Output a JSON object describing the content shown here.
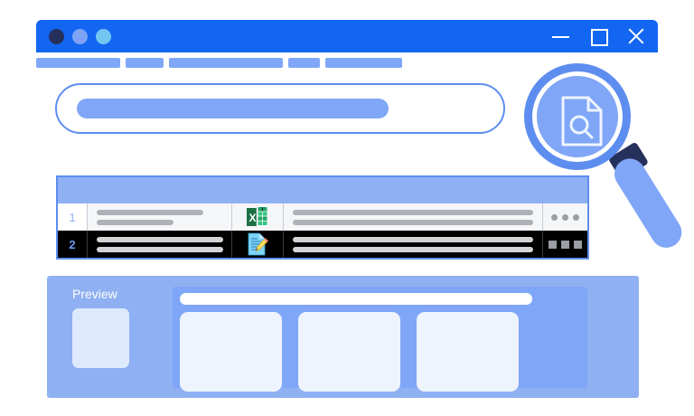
{
  "window": {
    "titlebar": {
      "traffic_lights": [
        {
          "name": "close-dot",
          "color": "#26305c"
        },
        {
          "name": "minimize-dot",
          "color": "#7fa3f4"
        },
        {
          "name": "zoom-dot",
          "color": "#74c6f2"
        }
      ],
      "controls": [
        {
          "name": "minimize-button",
          "icon": "minimize-icon",
          "label": "—"
        },
        {
          "name": "maximize-button",
          "icon": "maximize-icon",
          "label": "☐"
        },
        {
          "name": "close-button",
          "icon": "close-icon",
          "label": "✕"
        }
      ],
      "background": "#1266f1"
    },
    "menubar": {
      "items": [
        {
          "name": "menu-item-1",
          "width": 93
        },
        {
          "name": "menu-item-2",
          "width": 42
        },
        {
          "name": "menu-item-3",
          "width": 126
        },
        {
          "name": "menu-item-4",
          "width": 35
        },
        {
          "name": "menu-item-5",
          "width": 85
        }
      ],
      "color": "#80a6f7"
    },
    "search": {
      "placeholder": "",
      "value": "",
      "pill_color": "#80a6f7",
      "border_color": "#5e8df0"
    }
  },
  "magnifier": {
    "name": "document-search-magnifier",
    "ring_color": "#5e8df0",
    "lens_color": "#80a6f7",
    "handle_color": "#80a6f7",
    "collar_color": "#26305c",
    "inner_icon": "document-search-icon"
  },
  "table": {
    "border_color": "#5e8df0",
    "header": {
      "color": "#8fb0f2"
    },
    "rows": [
      {
        "number": "1",
        "file_icon": "excel-file-icon",
        "selected": false,
        "text_a": [
          {
            "width": 118,
            "label": ""
          },
          {
            "width": 85,
            "label": ""
          }
        ],
        "text_b": [
          {
            "width": 100,
            "label": ""
          },
          {
            "width": 100,
            "label": ""
          }
        ],
        "actions": "three-dots"
      },
      {
        "number": "2",
        "file_icon": "document-edit-icon",
        "selected": true,
        "text_a": [
          {
            "width": 140,
            "label": ""
          },
          {
            "width": 140,
            "label": ""
          }
        ],
        "text_b": [
          {
            "width": 100,
            "label": ""
          },
          {
            "width": 100,
            "label": ""
          }
        ],
        "actions": "three-squares"
      }
    ]
  },
  "preview": {
    "label": "Preview",
    "panel_color": "#8fb0f2",
    "body_color": "#80a6f7",
    "thumbnail": {
      "name": "preview-thumbnail",
      "color": "#ddeafd"
    },
    "title_bar": {
      "color": "#ffffff"
    },
    "cards": [
      {
        "name": "preview-card-1",
        "color": "#eef4fe"
      },
      {
        "name": "preview-card-2",
        "color": "#eef4fe"
      },
      {
        "name": "preview-card-3",
        "color": "#eef4fe"
      }
    ]
  }
}
